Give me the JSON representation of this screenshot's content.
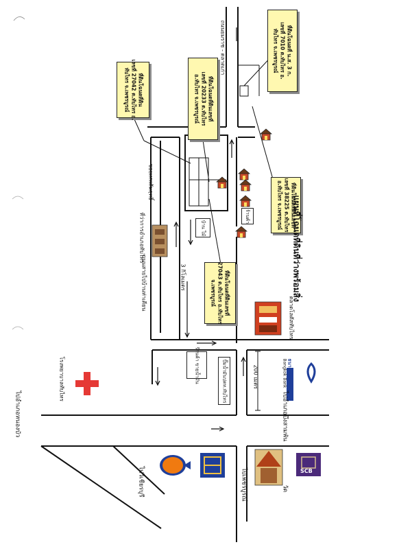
{
  "title": "แผนที่โฉนดที่ดินที่ว่างพร้อมสิ่ง",
  "plots": [
    {
      "id": "p1",
      "line1": "ที่ดินโฉนดที่ น.ส. 3 ก.",
      "line2": "เลขที่ 7010 ต.ทับไทร อ.",
      "line3": "ทับไทร จ.เพชรบูรณ์"
    },
    {
      "id": "p2",
      "line1": "ที่ดินโฉนดที่ดินเลขที่",
      "line2": "เลขที่ 20233 ต.ทับไทร",
      "line3": "อ.ทับไทร จ.เพชรบูรณ์"
    },
    {
      "id": "p3",
      "line1": "ที่ดินโฉนดที่ดิน",
      "line2": "เลขที่ 27042 ต.ทับไทร อ.",
      "line3": "ทับไทร จ.เพชรบูรณ์"
    },
    {
      "id": "p4",
      "line1": "ที่ดินโฉนดที่ดินเลขที่",
      "line2": "เลขที่ 38225 ต.ทับไทร",
      "line3": "อ.ทับไทร จ.เพชรบูรณ์"
    },
    {
      "id": "p5",
      "line1": "ที่ดินโฉนดที่ดินเลขที่",
      "line2": "27043 ต.ทับไทร อ.ทับไทร",
      "line3": "จ.เพชรบูรณ์"
    }
  ],
  "roads": {
    "road_top": "ถนนยมราช - ตลาดเก่า",
    "road_soi": "ซอยเทพสัมฤทธิ์",
    "road_main": "ถนนสายไปบ้านท่าเตียน",
    "road_rim": "3 กิโลเมตร",
    "road_nong_bua": "ไปอำเภอหนองบัว",
    "road_bueng_sam_phan": "ไปอำเภอบึงสามพัน",
    "road_wichian_buri_right": "ไปอำเภอบึงสามพัน",
    "road_wichian_buri": "ไปวิเชียรบุรี",
    "road_phetchabun": "ไปเพชรบูรณ์",
    "road_200m": "200 เมตร"
  },
  "landmarks": {
    "school": "ตลาดโลตัสทับไทร",
    "temple_top": "ที่ว่าการอำเภอทับไทร",
    "hospital": "โรงพยาบาลทับไทร",
    "wat": "วัด",
    "bank_bbl": "Bangkok Bank",
    "bank_bbl_th": "ธนาคารกรุงเทพ",
    "bank_scb": "SCB",
    "house_small": "บ้าน ไม้",
    "shop1": "ร้านค้า",
    "shop2": "ร้านค้า ขายน้ำมัน",
    "police": "ปั๊มน้ำมันปตท.ทับไทร"
  },
  "colors": {
    "plot_fill": "#fff8b0",
    "hospital": "#e53935",
    "ptt_orange": "#f07a10",
    "ptt_blue": "#1f3f9a",
    "scb": "#4b2a7a",
    "bbl": "#1f3f9a"
  }
}
